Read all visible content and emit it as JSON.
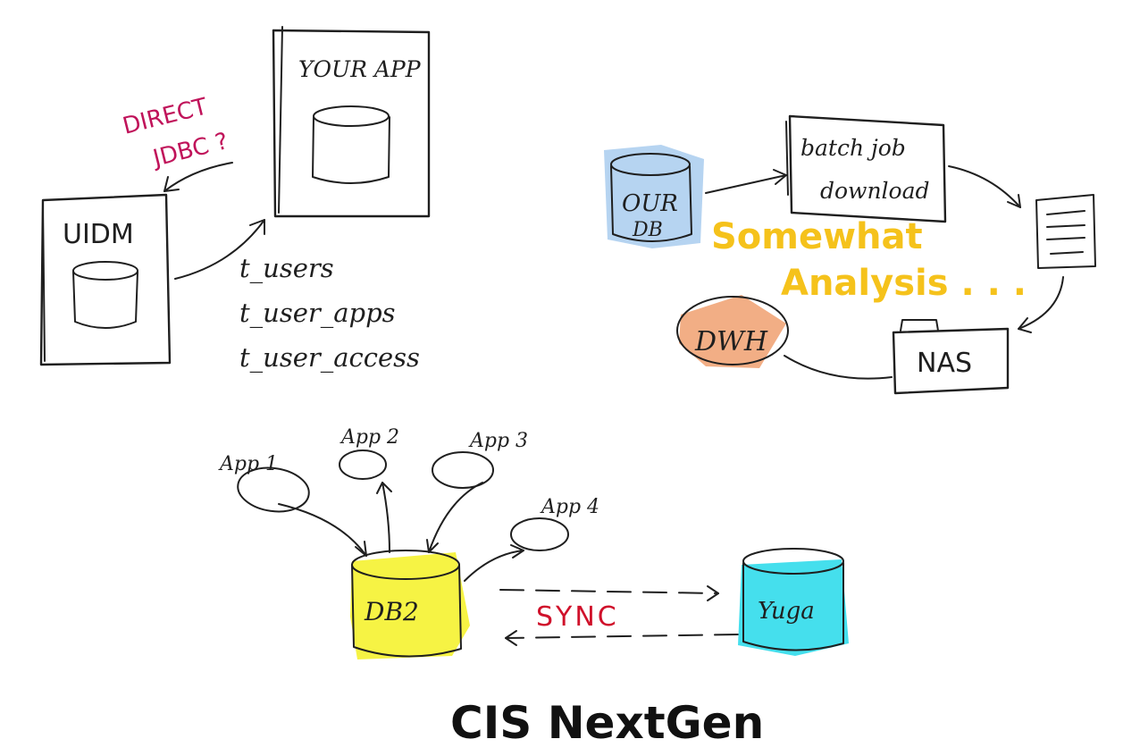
{
  "colors": {
    "ink": "#1f1f1f",
    "magenta": "#c0135a",
    "red": "#d0112b",
    "blue_fill": "#a9ccef",
    "orange_fill": "#f0a070",
    "yellow_text": "#f5c21b",
    "yellow_fill": "#f5f230",
    "cyan_fill": "#31dceb"
  },
  "uidm": {
    "label": "UIDM"
  },
  "your_app": {
    "label": "YOUR APP"
  },
  "direct_jdbc": {
    "line1": "DIRECT",
    "line2": "JDBC ?"
  },
  "tables": [
    "t_users",
    "t_user_apps",
    "t_user_access"
  ],
  "our_db": {
    "line1": "OUR",
    "line2": "DB"
  },
  "batch_job": {
    "line1": "batch job",
    "line2": "download"
  },
  "analysis_note": {
    "line1": "Somewhat",
    "line2": "Analysis . . ."
  },
  "dwh": {
    "label": "DWH"
  },
  "nas": {
    "label": "NAS"
  },
  "apps": [
    "App 1",
    "App 2",
    "App 3",
    "App 4"
  ],
  "db2": {
    "label": "DB2"
  },
  "yuga": {
    "label": "Yuga"
  },
  "sync": {
    "label": "SYNC"
  },
  "footer": {
    "title": "CIS NextGen"
  }
}
